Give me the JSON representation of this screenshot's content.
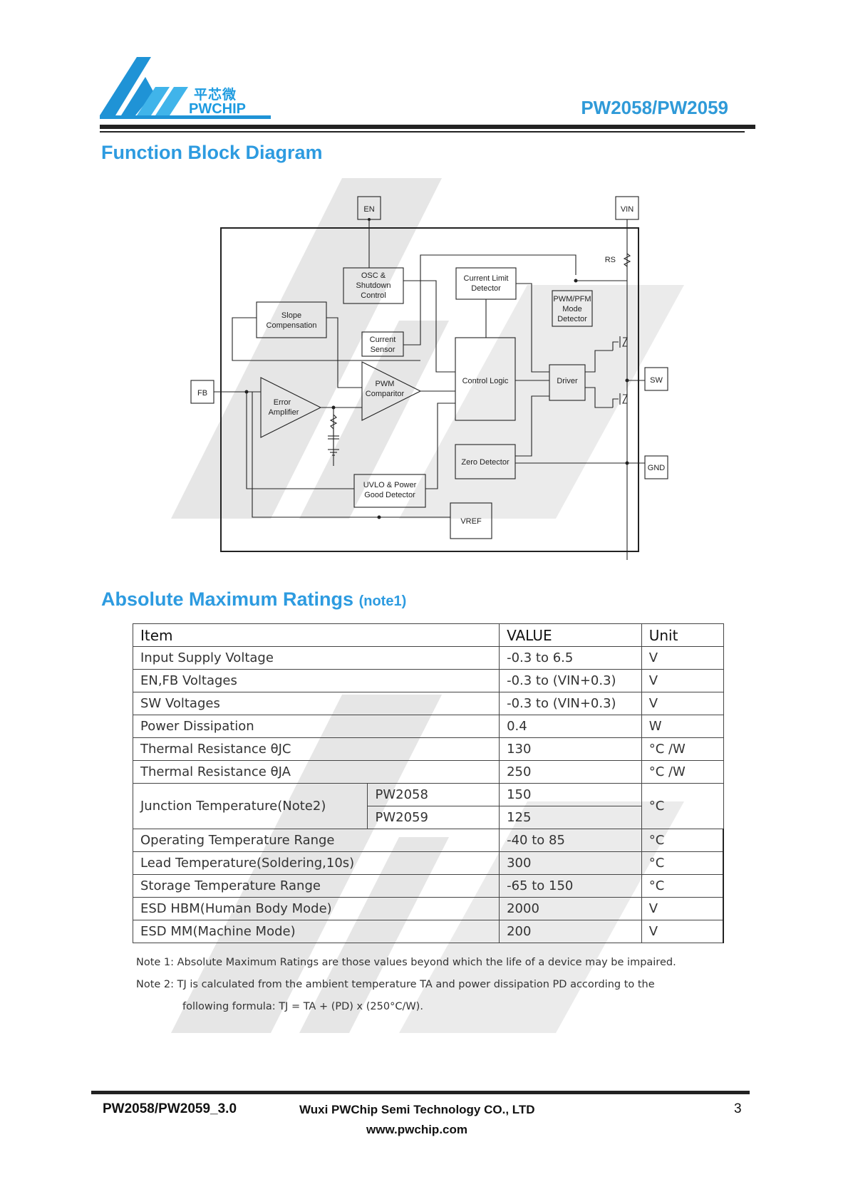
{
  "header": {
    "logo_cn": "平芯微",
    "logo_en": "PWCHIP",
    "part_number": "PW2058/PW2059"
  },
  "sections": {
    "function_block_diagram": "Function Block Diagram",
    "absolute_maximum_ratings": "Absolute Maximum Ratings",
    "amr_note_ref": "(note1)"
  },
  "diagram": {
    "pins": {
      "en": "EN",
      "vin": "VIN",
      "fb": "FB",
      "sw": "SW",
      "gnd": "GND"
    },
    "blocks": {
      "osc": [
        "OSC &",
        "Shutdown",
        "Control"
      ],
      "current_limit": [
        "Current Limit",
        "Detector"
      ],
      "pwm_pfm": [
        "PWM/PFM",
        "Mode",
        "Detector"
      ],
      "slope": [
        "Slope",
        "Compensation"
      ],
      "current_sensor": [
        "Current",
        "Sensor"
      ],
      "pwm_comp": [
        "PWM",
        "Comparitor"
      ],
      "error_amp": [
        "Error",
        "Amplifier"
      ],
      "control_logic": "Control Logic",
      "driver": "Driver",
      "zero_detector": "Zero Detector",
      "uvlo": [
        "UVLO & Power",
        "Good Detector"
      ],
      "vref": "VREF",
      "rs": "RS"
    }
  },
  "table": {
    "headers": [
      "Item",
      "VALUE",
      "Unit"
    ],
    "rows": [
      {
        "item": "Input Supply Voltage",
        "value": "-0.3 to 6.5",
        "unit": "V"
      },
      {
        "item": "EN,FB Voltages",
        "value": "-0.3 to (VIN+0.3)",
        "unit": "V"
      },
      {
        "item": "SW Voltages",
        "value": "-0.3 to (VIN+0.3)",
        "unit": "V"
      },
      {
        "item": "Power Dissipation",
        "value": "0.4",
        "unit": "W"
      },
      {
        "item": "Thermal Resistance θJC",
        "value": "130",
        "unit": "°C /W"
      },
      {
        "item": "Thermal Resistance θJA",
        "value": "250",
        "unit": "°C /W"
      }
    ],
    "junction": {
      "item": "Junction Temperature(Note2)",
      "sub": [
        {
          "part": "PW2058",
          "value": "150"
        },
        {
          "part": "PW2059",
          "value": "125"
        }
      ],
      "unit": "°C"
    },
    "rows2": [
      {
        "item": "Operating Temperature Range",
        "value": "-40 to 85",
        "unit": "°C"
      },
      {
        "item": "Lead Temperature(Soldering,10s)",
        "value": "300",
        "unit": "°C"
      },
      {
        "item": "Storage Temperature Range",
        "value": "-65 to 150",
        "unit": "°C"
      },
      {
        "item": "ESD HBM(Human Body Mode)",
        "value": "2000",
        "unit": "V"
      },
      {
        "item": "ESD MM(Machine Mode)",
        "value": "200",
        "unit": "V"
      }
    ]
  },
  "notes": {
    "note1": "Note 1: Absolute Maximum Ratings are those values beyond which the life of a device may be impaired.",
    "note2": "Note 2: TJ is calculated from the ambient temperature TA and power dissipation PD according to the",
    "note2_cont": "following formula: TJ = TA + (PD) x (250°C/W)."
  },
  "footer": {
    "doc_id": "PW2058/PW2059_3.0",
    "company": "Wuxi PWChip Semi Technology CO., LTD",
    "url": "www.pwchip.com",
    "page": "3"
  }
}
